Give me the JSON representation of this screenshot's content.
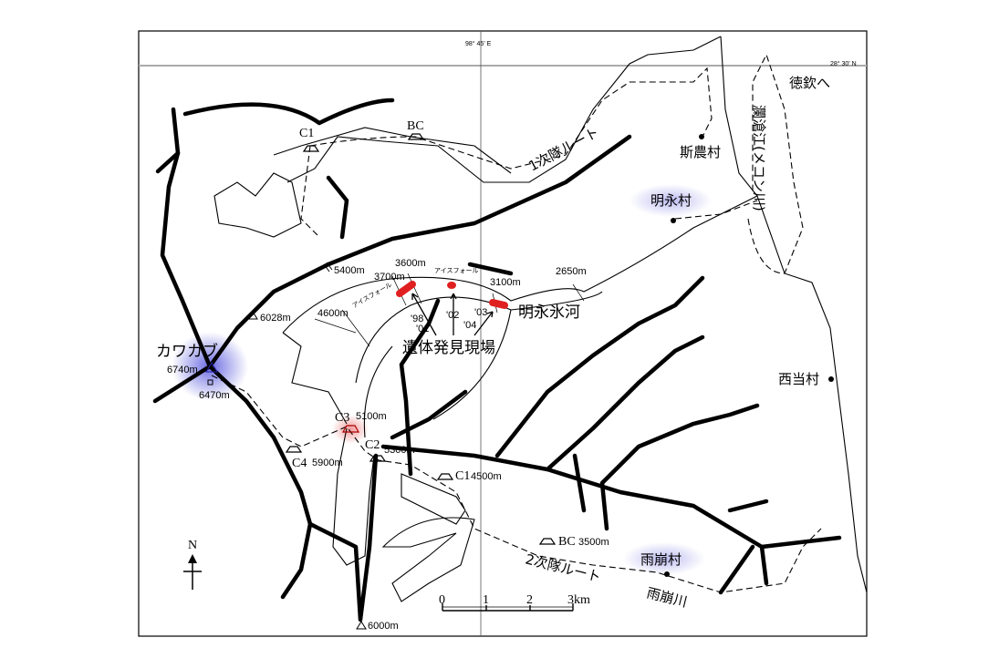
{
  "map": {
    "graticule": {
      "longitude": "98° 45' E",
      "latitude": "28° 30' N"
    },
    "peaks": [
      {
        "name": "カワカブ",
        "elevation": "6740m"
      },
      {
        "elevation": "6470m"
      },
      {
        "elevation": "6028m"
      },
      {
        "elevation": "6000m"
      },
      {
        "elevation": "5400m"
      }
    ],
    "camps_first": {
      "c1": "C1",
      "bc": "BC"
    },
    "camps_second": [
      {
        "name": "C4",
        "elevation": "5900m"
      },
      {
        "name": "C3",
        "elevation": "5100m"
      },
      {
        "name": "C2",
        "elevation": "5300m"
      },
      {
        "name": "C1",
        "elevation": "4500m"
      },
      {
        "name": "BC",
        "elevation": "3500m"
      }
    ],
    "glacier": {
      "name": "明永氷河",
      "elevations": [
        "4600m",
        "3700m",
        "3600m",
        "3100m",
        "2650m"
      ],
      "icefall": "アイスフォール",
      "years": [
        "'98",
        "'01",
        "'02",
        "'03",
        "'04"
      ],
      "discovery_site": "遺体発見現場"
    },
    "routes": {
      "first": "1次隊ルート",
      "second": "2次隊ルート"
    },
    "villages": [
      "斯農村",
      "明永村",
      "西当村",
      "雨崩村"
    ],
    "rivers": [
      "瀾滄江(メコン川)",
      "雨崩川"
    ],
    "direction": "徳欽へ",
    "north": "N",
    "scale": {
      "ticks": [
        "0",
        "1",
        "2",
        "3km"
      ]
    },
    "colors": {
      "highlight_blue": "#3a3ad8",
      "highlight_red": "#e02020"
    }
  }
}
